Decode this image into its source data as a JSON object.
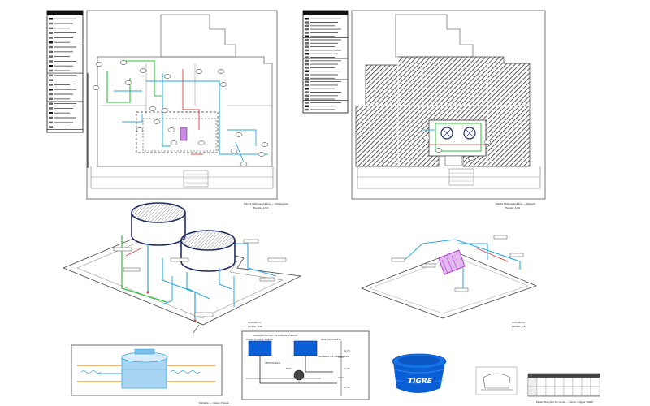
{
  "sheet": {
    "caption_left_plan": "Planta Hidrossanitária — Instalações",
    "caption_right_plan": "Planta Hidrossanitária — Telhado",
    "scale_note": "Escala: 1/50",
    "caption_iso_left": "Isométrica",
    "caption_iso_right": "Isométrica",
    "caption_detail": "Detalhe — Caixa d'Água",
    "caption_bottom_right": "Especificações Técnicas — Caixa d'Água TIGRE"
  },
  "legend_left": {
    "rows": [
      "",
      "",
      "",
      "",
      "",
      "",
      "",
      "",
      "",
      "",
      "",
      "",
      "",
      "",
      "",
      "",
      "",
      "",
      "",
      "",
      "",
      "",
      "",
      ""
    ]
  },
  "legend_right": {
    "rows": [
      "",
      "",
      "",
      "",
      "",
      "",
      "",
      "",
      "",
      "",
      "",
      "",
      "",
      "",
      "",
      "",
      "",
      "",
      "",
      "",
      "",
      "",
      "",
      "",
      "",
      "",
      ""
    ]
  },
  "section_detail": {
    "title": "LIGAÇÃO ENTRE AS CAIXAS D'ÁGUA",
    "label_tank_a": "CAIXA D'ÁGUA MAIOR",
    "label_tank_b": "REG. DE GAVETA",
    "label_inlet": "VEM DA RUA",
    "label_outlet": "VAI PARA OS CONSUMOS",
    "label_pump": "BOIA",
    "dims": [
      "0,70",
      "1,00",
      "0,30"
    ]
  },
  "product": {
    "brand": "TIGRE"
  },
  "spec_table": {
    "header": [
      "",
      "",
      "",
      "",
      "",
      "",
      "",
      ""
    ],
    "rows": [
      [
        "",
        "",
        "",
        "",
        "",
        "",
        "",
        ""
      ],
      [
        "",
        "",
        "",
        "",
        "",
        "",
        "",
        ""
      ],
      [
        "",
        "",
        "",
        "",
        "",
        "",
        "",
        ""
      ],
      [
        "",
        "",
        "",
        "",
        "",
        "",
        "",
        ""
      ]
    ]
  },
  "colors": {
    "cold_water": "#2aa7e0",
    "hot_water": "#e23a3a",
    "pipe_green": "#2fbf3b",
    "tank_navy": "#1f2d66",
    "tank_blue": "#0a5fd6",
    "fitting_purple": "#b23bd6"
  }
}
